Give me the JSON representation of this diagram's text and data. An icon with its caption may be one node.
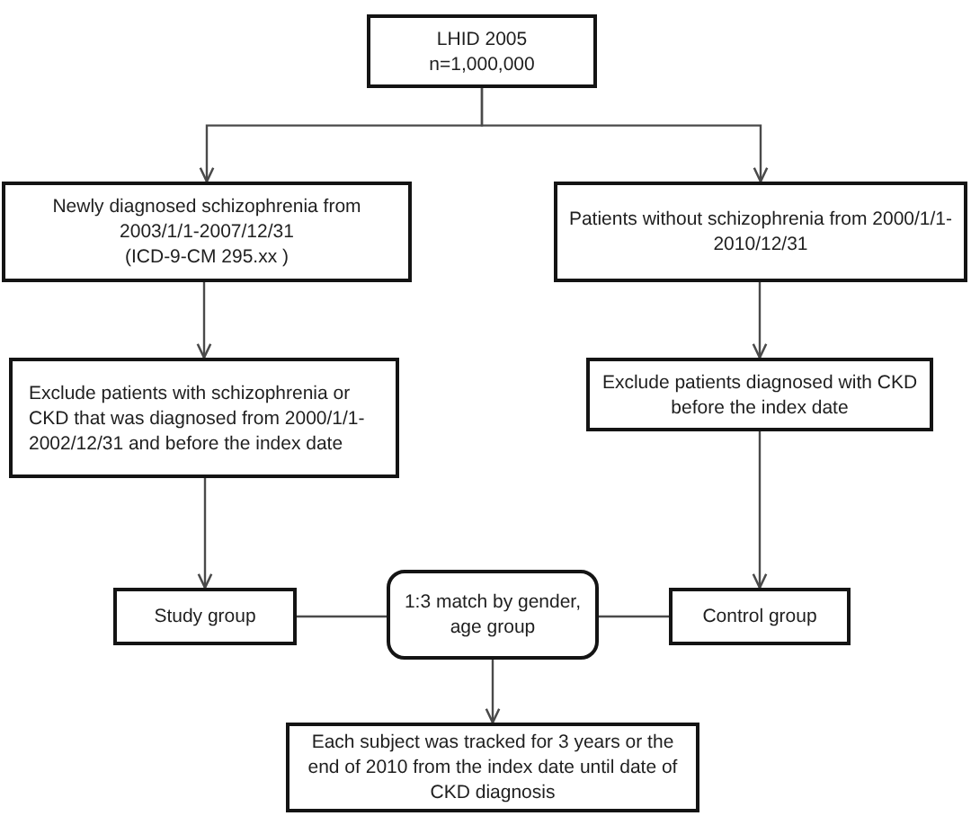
{
  "diagram": {
    "nodes": [
      {
        "text": [
          "LHID 2005",
          "n=1,000,000"
        ]
      },
      {
        "text": [
          "Newly diagnosed schizophrenia from 2003/1/1-2007/12/31",
          "(ICD-9-CM 295.xx )"
        ]
      },
      {
        "text": [
          "Patients without schizophrenia from 2000/1/1-2010/12/31"
        ]
      },
      {
        "text": [
          "Exclude patients with schizophrenia or CKD that was diagnosed from 2000/1/1-2002/12/31 and before the index date"
        ]
      },
      {
        "text": [
          "Exclude patients diagnosed with CKD before the index date"
        ]
      },
      {
        "text": [
          "Study group"
        ]
      },
      {
        "text": [
          "1:3 match by gender, age group"
        ]
      },
      {
        "text": [
          "Control group"
        ]
      },
      {
        "text": [
          "Each subject was tracked for 3 years or the end of 2010 from the index date until date of CKD diagnosis"
        ]
      }
    ],
    "edges": [
      {
        "from": 0,
        "to": 1,
        "arrow": "to"
      },
      {
        "from": 0,
        "to": 2,
        "arrow": "to"
      },
      {
        "from": 1,
        "to": 3,
        "arrow": "to"
      },
      {
        "from": 2,
        "to": 4,
        "arrow": "to"
      },
      {
        "from": 3,
        "to": 5,
        "arrow": "to"
      },
      {
        "from": 4,
        "to": 7,
        "arrow": "to"
      },
      {
        "from": 5,
        "to": 6,
        "arrow": "none"
      },
      {
        "from": 6,
        "to": 7,
        "arrow": "none"
      },
      {
        "from": 6,
        "to": 8,
        "arrow": "to"
      }
    ]
  }
}
